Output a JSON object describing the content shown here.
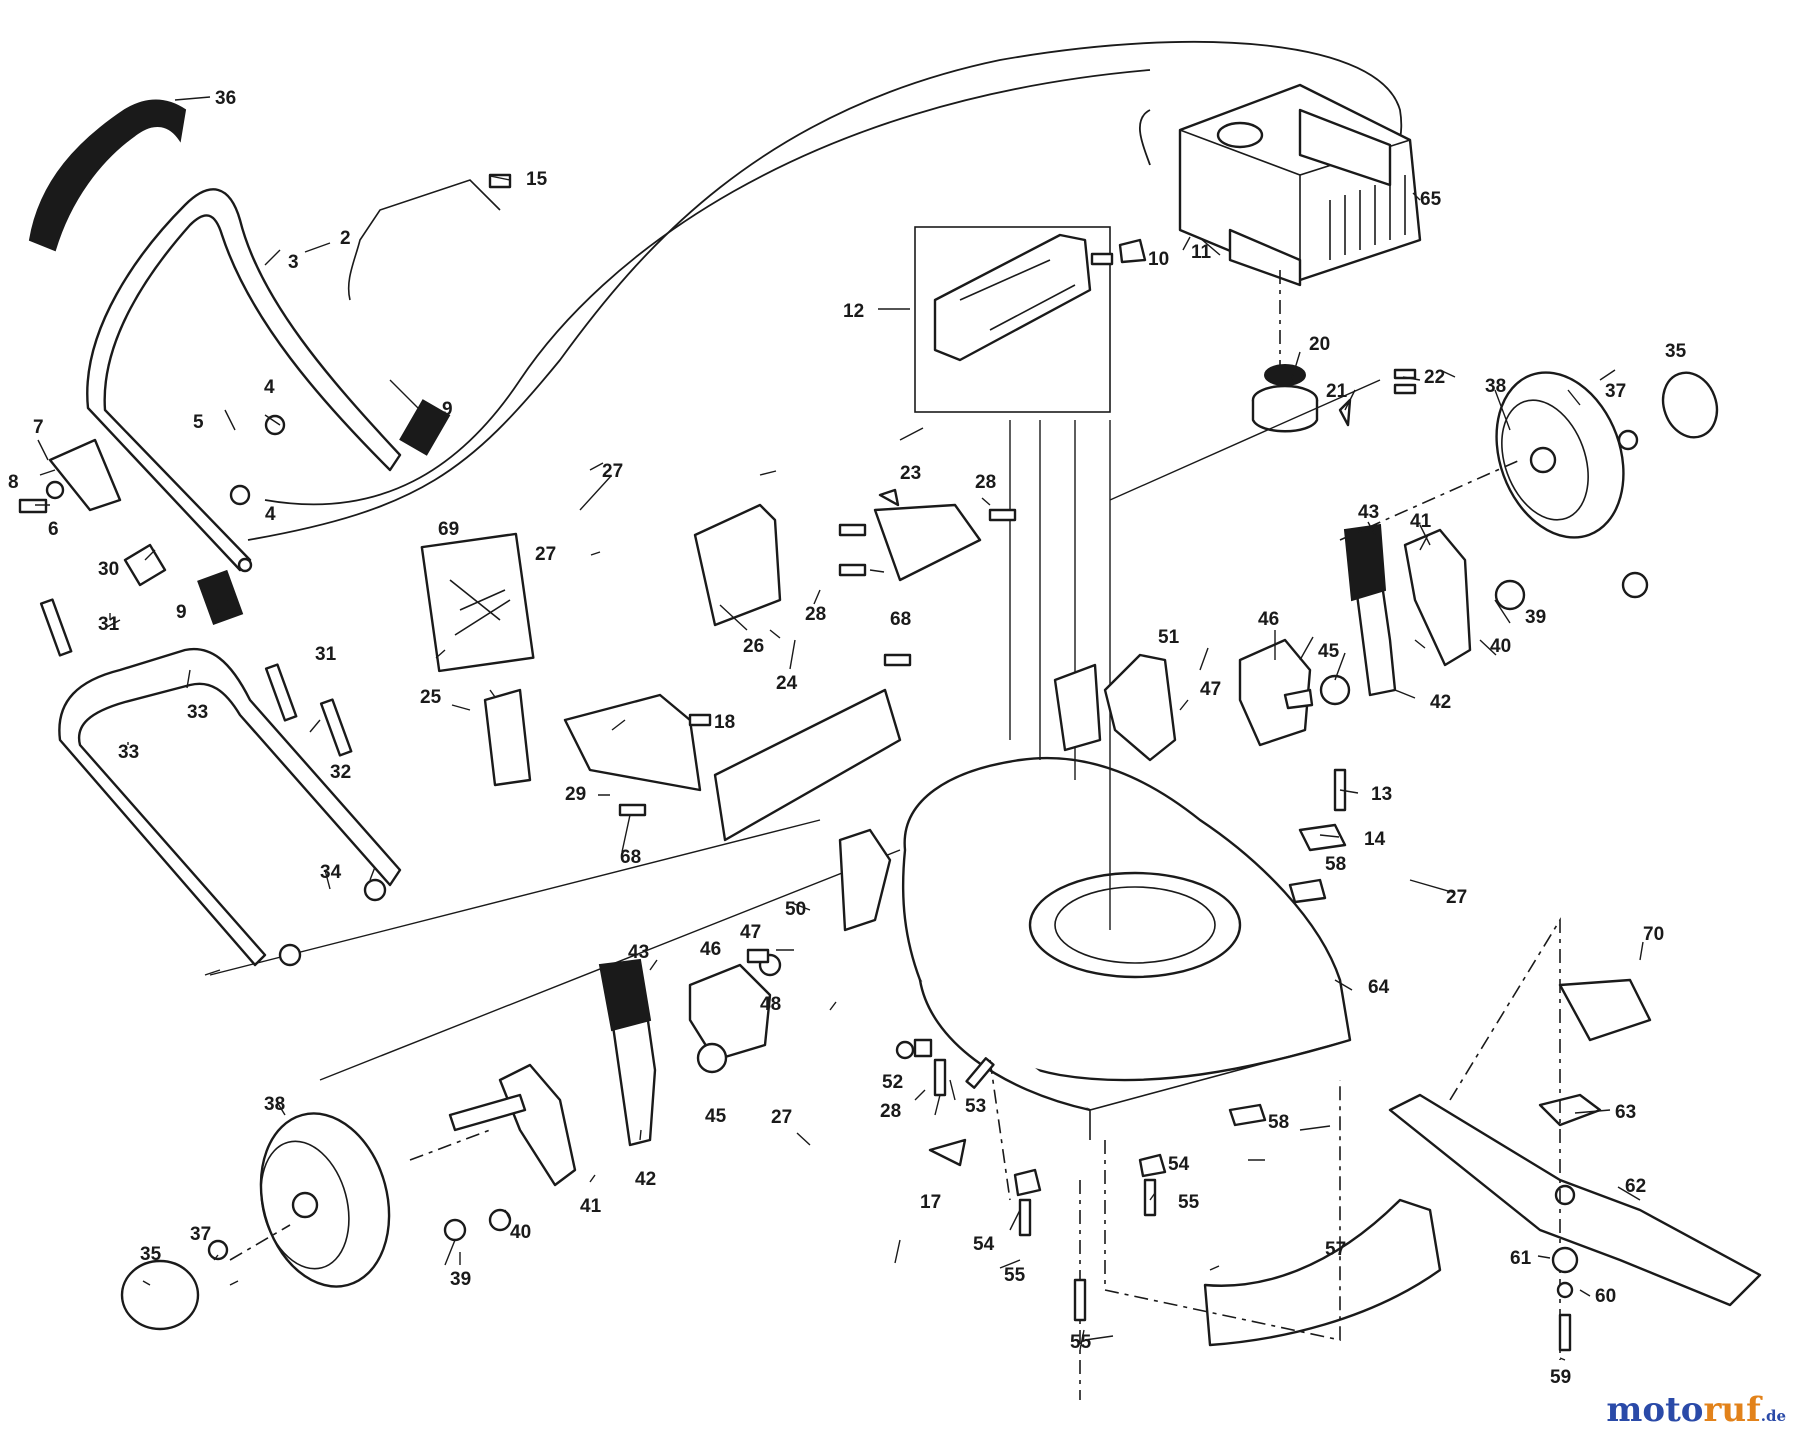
{
  "labels": {
    "l2": "2",
    "l3": "3",
    "l4a": "4",
    "l4b": "4",
    "l5": "5",
    "l6": "6",
    "l7": "7",
    "l8": "8",
    "l9a": "9",
    "l9b": "9",
    "l10": "10",
    "l11": "11",
    "l12": "12",
    "l13": "13",
    "l14": "14",
    "l15": "15",
    "l17": "17",
    "l18": "18",
    "l20": "20",
    "l21": "21",
    "l22": "22",
    "l23": "23",
    "l24": "24",
    "l25": "25",
    "l26": "26",
    "l27a": "27",
    "l27b": "27",
    "l27c": "27",
    "l27d": "27",
    "l28a": "28",
    "l28b": "28",
    "l28c": "28",
    "l29": "29",
    "l30": "30",
    "l31a": "31",
    "l31b": "31",
    "l32": "32",
    "l33a": "33",
    "l33b": "33",
    "l34": "34",
    "l35a": "35",
    "l35b": "35",
    "l36": "36",
    "l37a": "37",
    "l37b": "37",
    "l38a": "38",
    "l38b": "38",
    "l39a": "39",
    "l39b": "39",
    "l40a": "40",
    "l40b": "40",
    "l41a": "41",
    "l41b": "41",
    "l42a": "42",
    "l42b": "42",
    "l43a": "43",
    "l43b": "43",
    "l45a": "45",
    "l45b": "45",
    "l46a": "46",
    "l46b": "46",
    "l47a": "47",
    "l47b": "47",
    "l48": "48",
    "l50": "50",
    "l51": "51",
    "l52": "52",
    "l53": "53",
    "l54a": "54",
    "l54b": "54",
    "l55a": "55",
    "l55b": "55",
    "l55c": "55",
    "l57": "57",
    "l58a": "58",
    "l58b": "58",
    "l59": "59",
    "l60": "60",
    "l61": "61",
    "l62": "62",
    "l63": "63",
    "l64": "64",
    "l65": "65",
    "l68a": "68",
    "l68b": "68",
    "l69": "69",
    "l70": "70"
  },
  "logo": {
    "part1": "moto",
    "part2": "ruf",
    "part3": ".de"
  }
}
